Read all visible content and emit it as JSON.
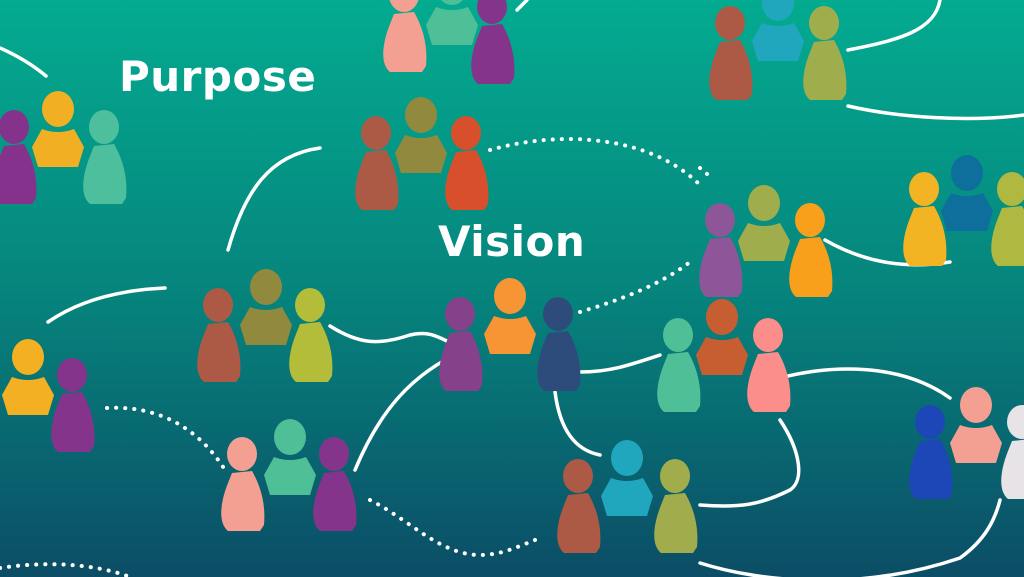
{
  "labels": {
    "purpose": "Purpose",
    "vision": "Vision"
  },
  "colors": {
    "background_top": "#03ab90",
    "background_mid": "#06857d",
    "background_bottom": "#0b4d66",
    "connector": "#ffffff"
  },
  "groups": [
    {
      "name": "group-top-center",
      "people": [
        "#f3a093",
        "#4fbf98",
        "#85348c"
      ]
    },
    {
      "name": "group-top-right",
      "people": [
        "#ac5a45",
        "#21a7bd",
        "#9fad4c"
      ]
    },
    {
      "name": "group-left-purpose",
      "people": [
        "#85328c",
        "#f1b024",
        "#4dbf9d"
      ]
    },
    {
      "name": "group-center-top",
      "people": [
        "#ac5a45",
        "#918a3e",
        "#d7502b"
      ]
    },
    {
      "name": "group-right-yellow",
      "people": [
        "#f3b423",
        "#0e6f9c",
        "#afb840"
      ]
    },
    {
      "name": "group-right-purple",
      "people": [
        "#8d5698",
        "#9fad4c",
        "#f89f1b"
      ]
    },
    {
      "name": "group-left-middle",
      "people": [
        "#ac5a45",
        "#918a3e",
        "#b3bd3a"
      ]
    },
    {
      "name": "group-vision",
      "people": [
        "#85418a",
        "#f79534",
        "#2e4c7b"
      ]
    },
    {
      "name": "group-right-middle",
      "people": [
        "#4fbf98",
        "#c75e32",
        "#fb8d8a"
      ]
    },
    {
      "name": "group-far-left",
      "people": [
        "#f3b022",
        "#85348c"
      ]
    },
    {
      "name": "group-bottom-left",
      "people": [
        "#f3a093",
        "#4fbf98",
        "#85348c"
      ]
    },
    {
      "name": "group-bottom-center",
      "people": [
        "#ac5a45",
        "#21a7bd",
        "#a1ad4c"
      ]
    },
    {
      "name": "group-bottom-right",
      "people": [
        "#1d47b6",
        "#f3a093",
        "#e8e3e6"
      ]
    }
  ]
}
